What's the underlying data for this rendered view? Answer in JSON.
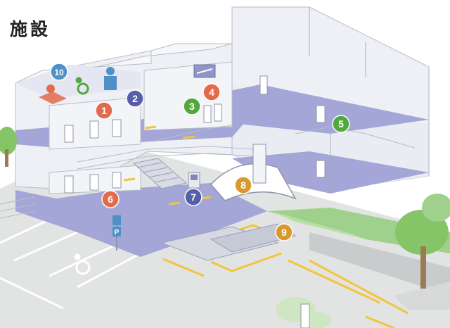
{
  "title": "施設",
  "colors": {
    "orange": "#e46a4c",
    "blue": "#5560a8",
    "green": "#52a83c",
    "gold": "#d89a2c",
    "lightblue": "#4e91c8",
    "floor": "#a3a6d6",
    "yellow": "#f3c43d"
  },
  "markers": [
    {
      "label": "1",
      "color": "orange"
    },
    {
      "label": "2",
      "color": "blue"
    },
    {
      "label": "3",
      "color": "green"
    },
    {
      "label": "4",
      "color": "orange"
    },
    {
      "label": "5",
      "color": "green"
    },
    {
      "label": "6",
      "color": "orange"
    },
    {
      "label": "7",
      "color": "blue"
    },
    {
      "label": "8",
      "color": "gold"
    },
    {
      "label": "9",
      "color": "gold"
    },
    {
      "label": "10",
      "color": "lightblue"
    }
  ],
  "icons": [
    "female-restroom-icon",
    "wheelchair-icon",
    "male-restroom-icon",
    "baby-changing-icon",
    "parking-sign-icon"
  ],
  "parking_letter": "P"
}
